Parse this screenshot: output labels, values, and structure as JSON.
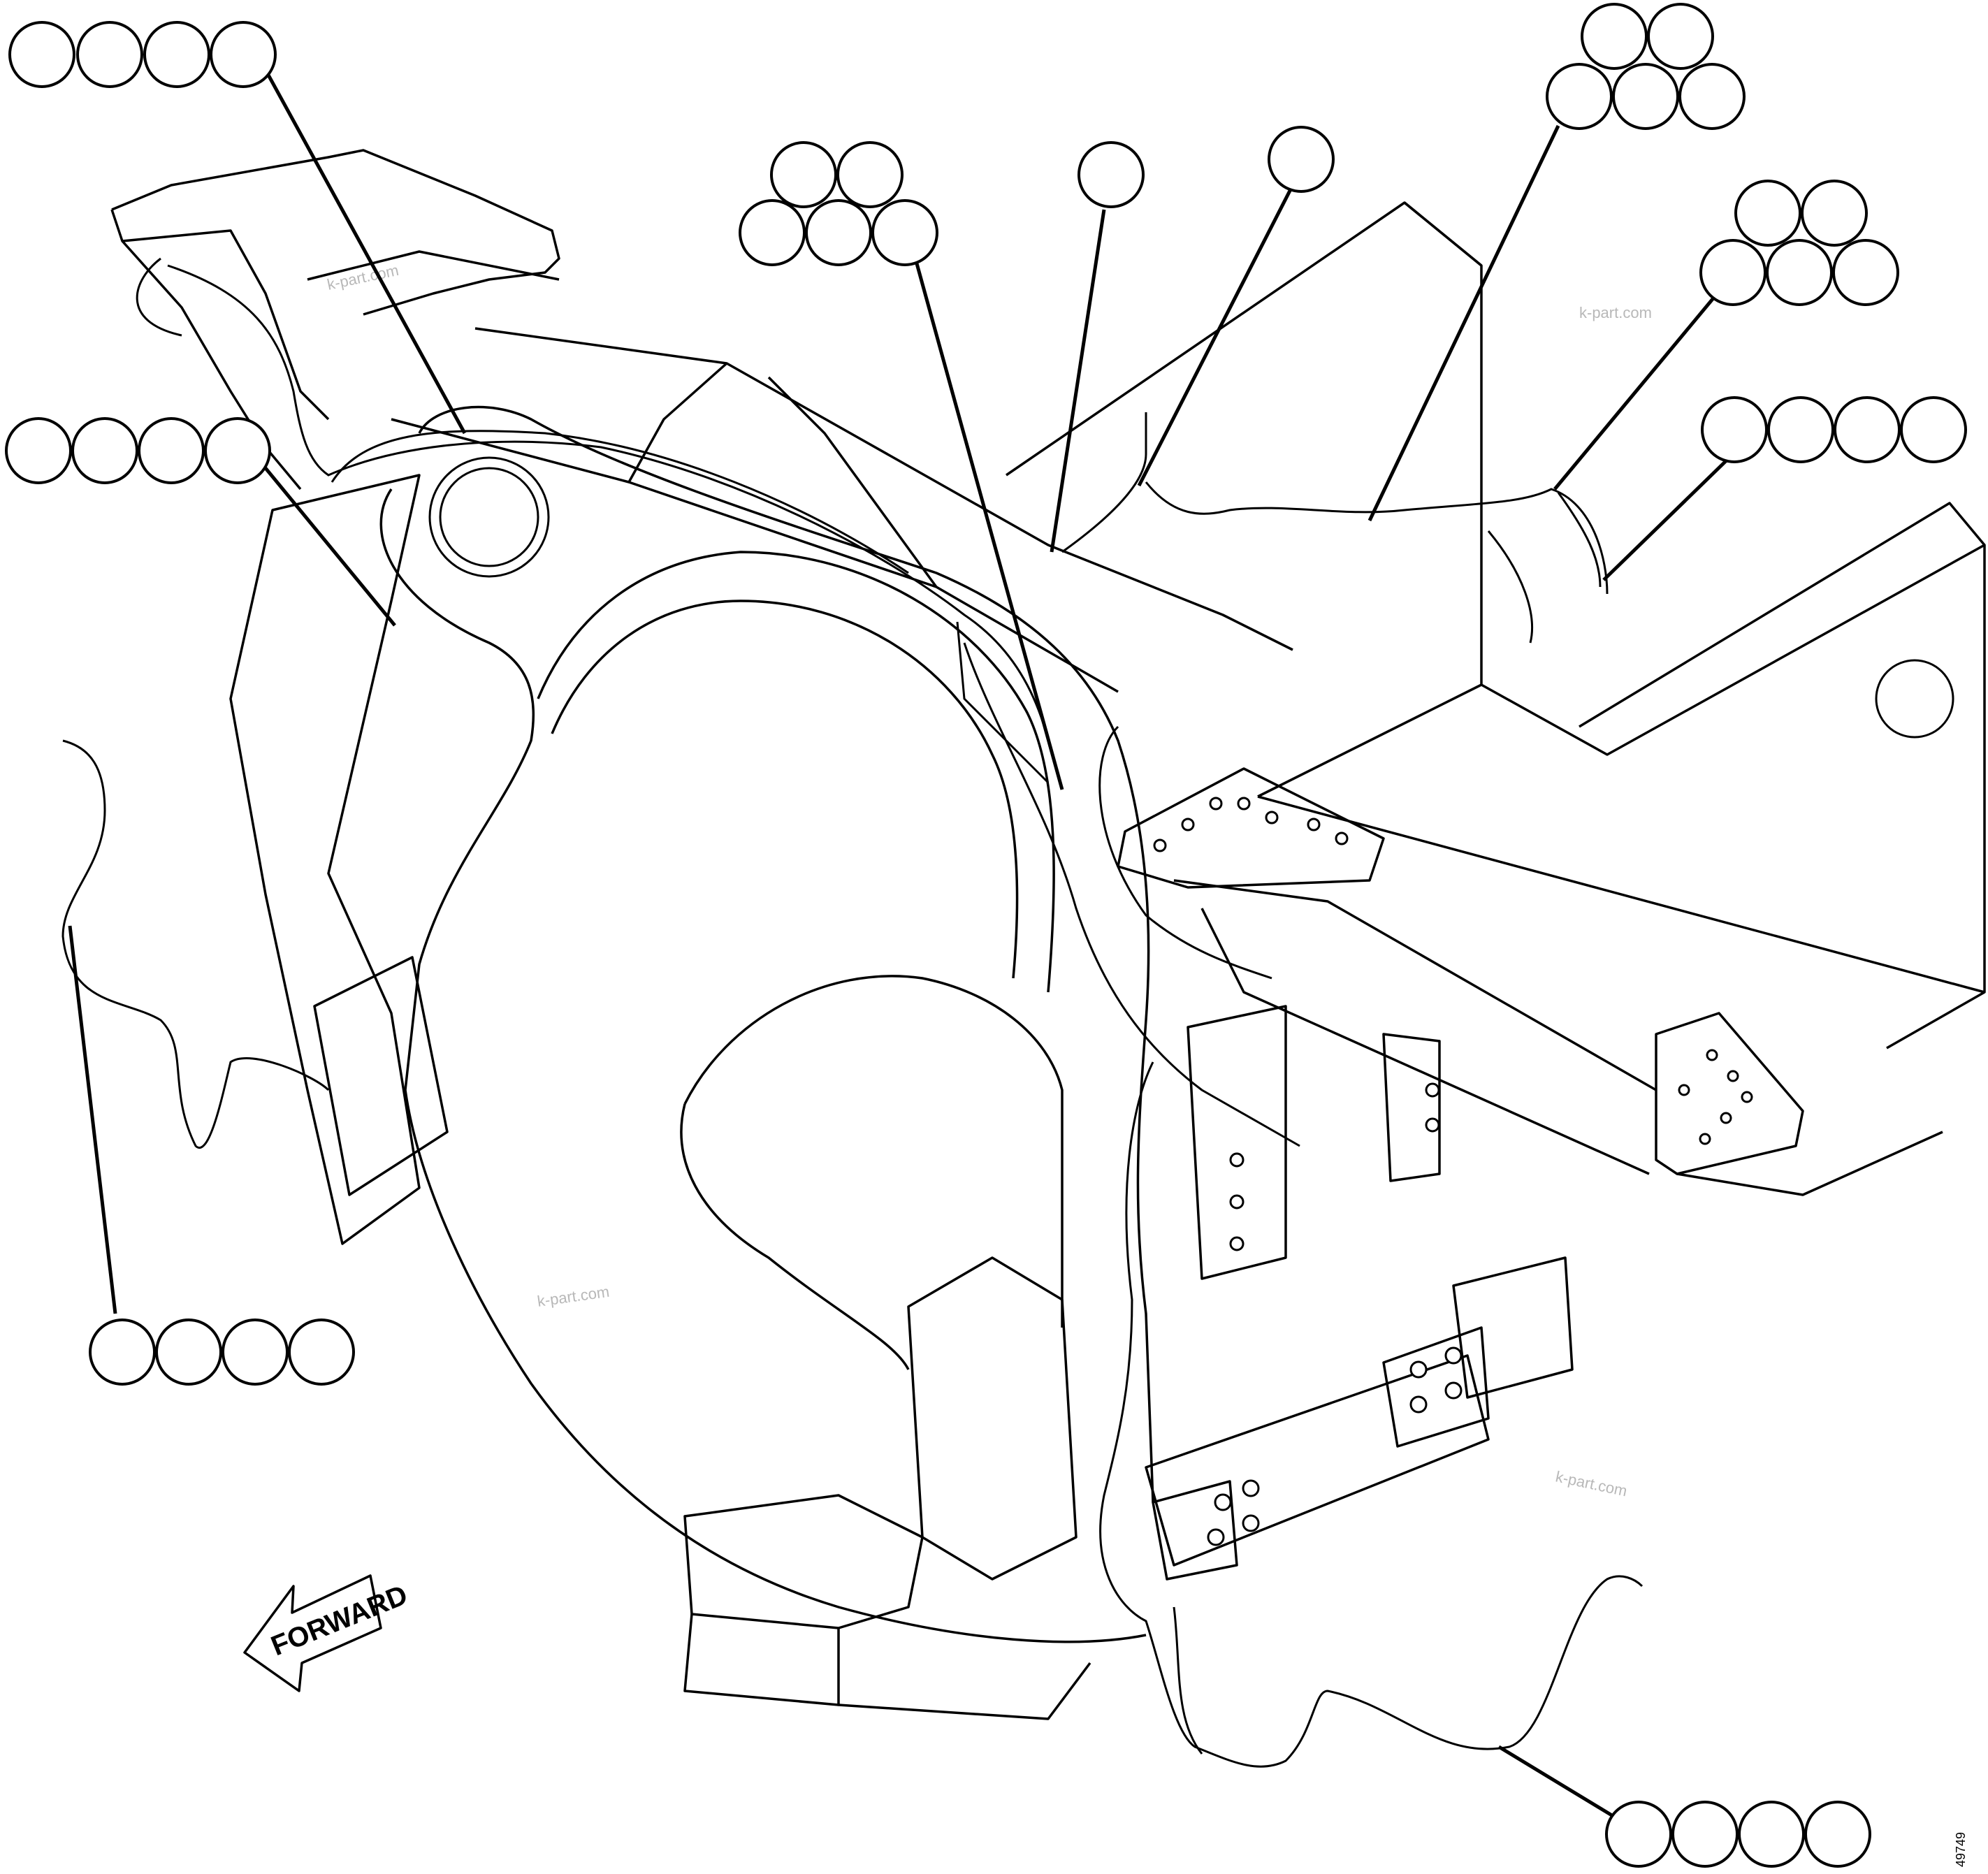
{
  "direction_label": "FORWARD",
  "watermark": "k-part.com",
  "drawing_number": "49749",
  "callout_groups": [
    {
      "id": "top-left",
      "bubbles": 4
    },
    {
      "id": "upper-left",
      "bubbles": 4
    },
    {
      "id": "center-cluster",
      "bubbles": 5
    },
    {
      "id": "single-a",
      "bubbles": 1
    },
    {
      "id": "single-b",
      "bubbles": 1
    },
    {
      "id": "top-right-cluster",
      "bubbles": 5
    },
    {
      "id": "right-cluster",
      "bubbles": 5
    },
    {
      "id": "right-row",
      "bubbles": 4
    },
    {
      "id": "lower-left",
      "bubbles": 4
    },
    {
      "id": "bottom-right",
      "bubbles": 4
    }
  ]
}
